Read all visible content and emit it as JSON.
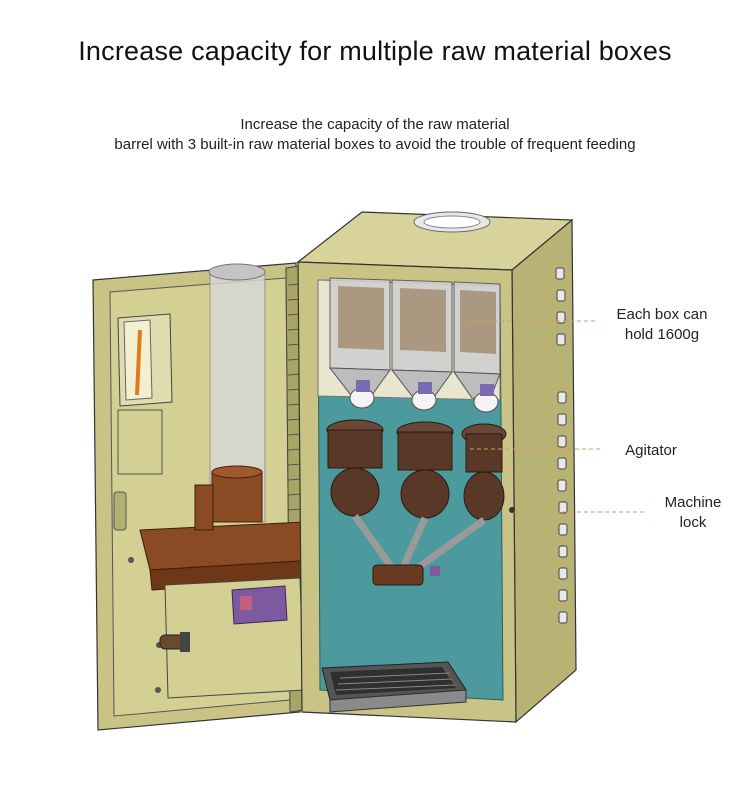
{
  "header": {
    "title": "Increase capacity for multiple raw material boxes",
    "subtitle_line1": "Increase the capacity of the raw material",
    "subtitle_line2": "barrel with 3 built-in raw material boxes to avoid the trouble of frequent feeding"
  },
  "callouts": [
    {
      "line1": "Each box can",
      "line2": "hold 1600g"
    },
    {
      "line1": "Agitator",
      "line2": ""
    },
    {
      "line1": "Machine",
      "line2": "lock"
    }
  ],
  "colors": {
    "cabinet": "#c9c486",
    "cabinet_dark": "#a9a565",
    "interior": "#4c9a9e",
    "brown": "#7a3b1c",
    "canister": "#5a4030",
    "leader": "#d89a5a"
  }
}
